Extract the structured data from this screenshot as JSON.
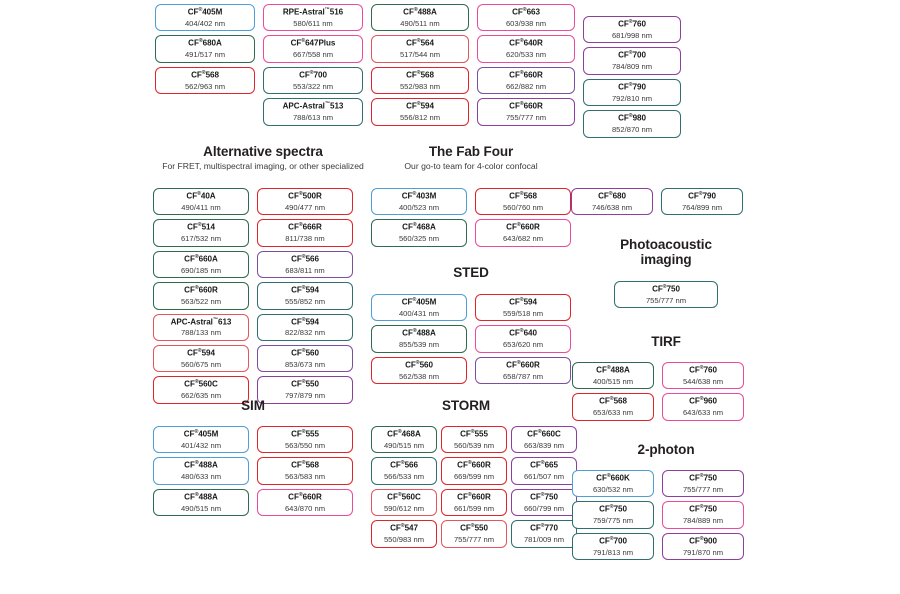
{
  "page": {
    "background": "#ffffff",
    "palette": {
      "blue": "#4e9fd4",
      "green": "#2e6b4f",
      "red": "#e1242a",
      "salmon": "#e2565c",
      "pink": "#ea4c9a",
      "magenta": "#e6358c",
      "purple": "#8e3f9e",
      "violet": "#7a4fa0",
      "teal": "#2f6f70",
      "darkgreen": "#2c6b46"
    }
  },
  "groups": [
    {
      "id": "top-left-block",
      "title": "",
      "subtitle": "",
      "columns": [
        {
          "id": "col-1",
          "chips": [
            {
              "name": "CF",
              "sup": "®",
              "suffix": "405M",
              "wavelength": "404/402 nm",
              "color": "#4e9fd4"
            },
            {
              "name": "CF",
              "sup": "®",
              "suffix": "680A",
              "wavelength": "491/517 nm",
              "color": "#2e6b4f"
            },
            {
              "name": "CF",
              "sup": "®",
              "suffix": "568",
              "wavelength": "562/963 nm",
              "color": "#e1242a"
            }
          ]
        },
        {
          "id": "col-2",
          "chips": [
            {
              "name": "RPE-Astral",
              "sup": "™",
              "suffix": "516",
              "wavelength": "580/611 nm",
              "color": "#ea4c9a"
            },
            {
              "name": "CF",
              "sup": "®",
              "suffix": "647Plus",
              "wavelength": "667/558 nm",
              "color": "#ea4c9a"
            },
            {
              "name": "CF",
              "sup": "®",
              "suffix": "700",
              "wavelength": "553/322 nm",
              "color": "#2f6f70"
            },
            {
              "name": "APC-Astral",
              "sup": "™",
              "suffix": "513",
              "wavelength": "788/613 nm",
              "color": "#2f6f70"
            }
          ]
        },
        {
          "id": "col-3",
          "chips": [
            {
              "name": "CF",
              "sup": "®",
              "suffix": "488A",
              "wavelength": "490/511 nm",
              "color": "#2e6b4f"
            },
            {
              "name": "CF",
              "sup": "®",
              "suffix": "564",
              "wavelength": "517/544 nm",
              "color": "#e2565c"
            },
            {
              "name": "CF",
              "sup": "®",
              "suffix": "568",
              "wavelength": "552/983 nm",
              "color": "#e1242a"
            },
            {
              "name": "CF",
              "sup": "®",
              "suffix": "594",
              "wavelength": "556/812 nm",
              "color": "#e1242a"
            }
          ]
        },
        {
          "id": "col-4",
          "chips": [
            {
              "name": "CF",
              "sup": "®",
              "suffix": "663",
              "wavelength": "603/938 nm",
              "color": "#ea4c9a"
            },
            {
              "name": "CF",
              "sup": "®",
              "suffix": "640R",
              "wavelength": "620/533 nm",
              "color": "#ea4c9a"
            },
            {
              "name": "CF",
              "sup": "®",
              "suffix": "660R",
              "wavelength": "662/882 nm",
              "color": "#7a4fa0"
            },
            {
              "name": "CF",
              "sup": "®",
              "suffix": "660R",
              "wavelength": "755/777 nm",
              "color": "#8e3f9e"
            }
          ]
        },
        {
          "id": "col-5",
          "chips": [
            {
              "name": "CF",
              "sup": "®",
              "suffix": "760",
              "wavelength": "681/998 nm",
              "color": "#8e3f9e"
            },
            {
              "name": "CF",
              "sup": "®",
              "suffix": "700",
              "wavelength": "784/809 nm",
              "color": "#8e3f9e"
            },
            {
              "name": "CF",
              "sup": "®",
              "suffix": "790",
              "wavelength": "792/810 nm",
              "color": "#2f6f70"
            },
            {
              "name": "CF",
              "sup": "®",
              "suffix": "980",
              "wavelength": "852/870 nm",
              "color": "#2f6f70"
            }
          ]
        }
      ]
    },
    {
      "id": "alternative-spectra",
      "title": "Alternative spectra",
      "subtitle": "For FRET, multispectral imaging, or other specialized",
      "columns": [
        {
          "id": "alt-col-1",
          "chips": [
            {
              "name": "CF",
              "sup": "®",
              "suffix": "40A",
              "wavelength": "490/411 nm",
              "color": "#2e6b4f"
            },
            {
              "name": "CF",
              "sup": "®",
              "suffix": "514",
              "wavelength": "617/532 nm",
              "color": "#2e6b4f"
            },
            {
              "name": "CF",
              "sup": "®",
              "suffix": "660A",
              "wavelength": "690/185 nm",
              "color": "#2e6b4f"
            },
            {
              "name": "CF",
              "sup": "®",
              "suffix": "660R",
              "wavelength": "563/522 nm",
              "color": "#2e6b4f"
            },
            {
              "name": "APC-Astral",
              "sup": "™",
              "suffix": "613",
              "wavelength": "788/133 nm",
              "color": "#e2565c"
            },
            {
              "name": "CF",
              "sup": "®",
              "suffix": "594",
              "wavelength": "560/675 nm",
              "color": "#e2565c"
            },
            {
              "name": "CF",
              "sup": "®",
              "suffix": "560C",
              "wavelength": "662/635 nm",
              "color": "#e1242a"
            }
          ]
        },
        {
          "id": "alt-col-2",
          "chips": [
            {
              "name": "CF",
              "sup": "®",
              "suffix": "500R",
              "wavelength": "490/477 nm",
              "color": "#e1242a"
            },
            {
              "name": "CF",
              "sup": "®",
              "suffix": "666R",
              "wavelength": "811/738 nm",
              "color": "#e1242a"
            },
            {
              "name": "CF",
              "sup": "®",
              "suffix": "566",
              "wavelength": "683/811 nm",
              "color": "#7a4fa0"
            },
            {
              "name": "CF",
              "sup": "®",
              "suffix": "594",
              "wavelength": "555/852 nm",
              "color": "#2f6f70"
            },
            {
              "name": "CF",
              "sup": "®",
              "suffix": "594",
              "wavelength": "822/832 nm",
              "color": "#2f6f70"
            },
            {
              "name": "CF",
              "sup": "®",
              "suffix": "560",
              "wavelength": "853/673 nm",
              "color": "#7a4fa0"
            },
            {
              "name": "CF",
              "sup": "®",
              "suffix": "550",
              "wavelength": "797/879 nm",
              "color": "#8e3f9e"
            }
          ]
        }
      ]
    },
    {
      "id": "the-fab-four",
      "title": "The Fab Four",
      "subtitle": "Our go-to team for 4-color confocal",
      "columns": [
        {
          "id": "fab-col-1",
          "chips": [
            {
              "name": "CF",
              "sup": "®",
              "suffix": "403M",
              "wavelength": "400/523 nm",
              "color": "#4e9fd4"
            },
            {
              "name": "CF",
              "sup": "®",
              "suffix": "468A",
              "wavelength": "560/325 nm",
              "color": "#2e6b4f"
            }
          ]
        },
        {
          "id": "fab-col-2",
          "chips": [
            {
              "name": "CF",
              "sup": "®",
              "suffix": "568",
              "wavelength": "560/760 nm",
              "color": "#e1242a"
            },
            {
              "name": "CF",
              "sup": "®",
              "suffix": "660R",
              "wavelength": "643/682 nm",
              "color": "#ea4c9a"
            }
          ]
        }
      ]
    },
    {
      "id": "sted",
      "title": "STED",
      "subtitle": "",
      "columns": [
        {
          "id": "sted-col-1",
          "chips": [
            {
              "name": "CF",
              "sup": "®",
              "suffix": "405M",
              "wavelength": "400/431 nm",
              "color": "#4e9fd4"
            },
            {
              "name": "CF",
              "sup": "®",
              "suffix": "488A",
              "wavelength": "855/539 nm",
              "color": "#2e6b4f"
            },
            {
              "name": "CF",
              "sup": "®",
              "suffix": "560",
              "wavelength": "562/538 nm",
              "color": "#e1242a"
            }
          ]
        },
        {
          "id": "sted-col-2",
          "chips": [
            {
              "name": "CF",
              "sup": "®",
              "suffix": "594",
              "wavelength": "559/518 nm",
              "color": "#e1242a"
            },
            {
              "name": "CF",
              "sup": "®",
              "suffix": "640",
              "wavelength": "653/620 nm",
              "color": "#ea4c9a"
            },
            {
              "name": "CF",
              "sup": "®",
              "suffix": "660R",
              "wavelength": "658/787 nm",
              "color": "#7a4fa0"
            }
          ]
        }
      ]
    },
    {
      "id": "storm",
      "title": "STORM",
      "subtitle": "",
      "columns": [
        {
          "id": "storm-col-1",
          "chips": [
            {
              "name": "CF",
              "sup": "®",
              "suffix": "468A",
              "wavelength": "490/515 nm",
              "color": "#2e6b4f"
            },
            {
              "name": "CF",
              "sup": "®",
              "suffix": "566",
              "wavelength": "566/533 nm",
              "color": "#2f6f70"
            },
            {
              "name": "CF",
              "sup": "®",
              "suffix": "560C",
              "wavelength": "590/612 nm",
              "color": "#e2565c"
            },
            {
              "name": "CF",
              "sup": "®",
              "suffix": "547",
              "wavelength": "550/983 nm",
              "color": "#e1242a"
            }
          ]
        },
        {
          "id": "storm-col-2",
          "chips": [
            {
              "name": "CF",
              "sup": "®",
              "suffix": "555",
              "wavelength": "560/539 nm",
              "color": "#e1242a"
            },
            {
              "name": "CF",
              "sup": "®",
              "suffix": "660R",
              "wavelength": "669/599 nm",
              "color": "#e1242a"
            },
            {
              "name": "CF",
              "sup": "®",
              "suffix": "660R",
              "wavelength": "661/599 nm",
              "color": "#e1242a"
            },
            {
              "name": "CF",
              "sup": "®",
              "suffix": "550",
              "wavelength": "755/777 nm",
              "color": "#e2565c"
            }
          ]
        },
        {
          "id": "storm-col-3",
          "chips": [
            {
              "name": "CF",
              "sup": "®",
              "suffix": "660C",
              "wavelength": "663/839 nm",
              "color": "#8e3f9e"
            },
            {
              "name": "CF",
              "sup": "®",
              "suffix": "665",
              "wavelength": "661/507 nm",
              "color": "#8e3f9e"
            },
            {
              "name": "CF",
              "sup": "®",
              "suffix": "750",
              "wavelength": "660/799 nm",
              "color": "#8e3f9e"
            },
            {
              "name": "CF",
              "sup": "®",
              "suffix": "770",
              "wavelength": "781/009 nm",
              "color": "#2f6f70"
            }
          ]
        }
      ]
    },
    {
      "id": "sim",
      "title": "SIM",
      "subtitle": "",
      "columns": [
        {
          "id": "sim-col-1",
          "chips": [
            {
              "name": "CF",
              "sup": "®",
              "suffix": "405M",
              "wavelength": "401/432 nm",
              "color": "#4e9fd4"
            },
            {
              "name": "CF",
              "sup": "®",
              "suffix": "488A",
              "wavelength": "480/633 nm",
              "color": "#4e9fd4"
            },
            {
              "name": "CF",
              "sup": "®",
              "suffix": "488A",
              "wavelength": "490/515 nm",
              "color": "#2e6b4f"
            }
          ]
        },
        {
          "id": "sim-col-2",
          "chips": [
            {
              "name": "CF",
              "sup": "®",
              "suffix": "555",
              "wavelength": "563/550 nm",
              "color": "#e1242a"
            },
            {
              "name": "CF",
              "sup": "®",
              "suffix": "568",
              "wavelength": "563/583 nm",
              "color": "#e1242a"
            },
            {
              "name": "CF",
              "sup": "®",
              "suffix": "660R",
              "wavelength": "643/870 nm",
              "color": "#ea4c9a"
            }
          ]
        }
      ]
    },
    {
      "id": "right-pair",
      "title": "",
      "subtitle": "",
      "columns": [
        {
          "id": "rp-col-1",
          "chips": [
            {
              "name": "CF",
              "sup": "®",
              "suffix": "680",
              "wavelength": "746/638 nm",
              "color": "#8e3f9e"
            }
          ]
        },
        {
          "id": "rp-col-2",
          "chips": [
            {
              "name": "CF",
              "sup": "®",
              "suffix": "790",
              "wavelength": "764/899 nm",
              "color": "#2f6f70"
            }
          ]
        }
      ]
    },
    {
      "id": "photoacoustic-imaging",
      "title": "Photoacoustic\nimaging",
      "subtitle": "",
      "columns": [
        {
          "id": "pa-col-1",
          "chips": [
            {
              "name": "CF",
              "sup": "®",
              "suffix": "750",
              "wavelength": "755/777 nm",
              "color": "#2f6f70"
            }
          ]
        }
      ]
    },
    {
      "id": "tirf",
      "title": "TIRF",
      "subtitle": "",
      "columns": [
        {
          "id": "tirf-col-1",
          "chips": [
            {
              "name": "CF",
              "sup": "®",
              "suffix": "488A",
              "wavelength": "400/515 nm",
              "color": "#2e6b4f"
            },
            {
              "name": "CF",
              "sup": "®",
              "suffix": "568",
              "wavelength": "653/633 nm",
              "color": "#e1242a"
            }
          ]
        },
        {
          "id": "tirf-col-2",
          "chips": [
            {
              "name": "CF",
              "sup": "®",
              "suffix": "760",
              "wavelength": "544/638 nm",
              "color": "#ea4c9a"
            },
            {
              "name": "CF",
              "sup": "®",
              "suffix": "960",
              "wavelength": "643/633 nm",
              "color": "#ea4c9a"
            }
          ]
        }
      ]
    },
    {
      "id": "two-photon",
      "title": "2-photon",
      "subtitle": "",
      "columns": [
        {
          "id": "tp-col-1",
          "chips": [
            {
              "name": "CF",
              "sup": "®",
              "suffix": "660K",
              "wavelength": "630/532 nm",
              "color": "#4e9fd4"
            },
            {
              "name": "CF",
              "sup": "®",
              "suffix": "750",
              "wavelength": "759/775 nm",
              "color": "#2f6f70"
            },
            {
              "name": "CF",
              "sup": "®",
              "suffix": "700",
              "wavelength": "791/813 nm",
              "color": "#2f6f70"
            }
          ]
        },
        {
          "id": "tp-col-2",
          "chips": [
            {
              "name": "CF",
              "sup": "®",
              "suffix": "750",
              "wavelength": "755/777 nm",
              "color": "#8e3f9e"
            },
            {
              "name": "CF",
              "sup": "®",
              "suffix": "750",
              "wavelength": "784/889 nm",
              "color": "#ea4c9a"
            },
            {
              "name": "CF",
              "sup": "®",
              "suffix": "900",
              "wavelength": "791/870 nm",
              "color": "#8e3f9e"
            }
          ]
        }
      ]
    }
  ]
}
